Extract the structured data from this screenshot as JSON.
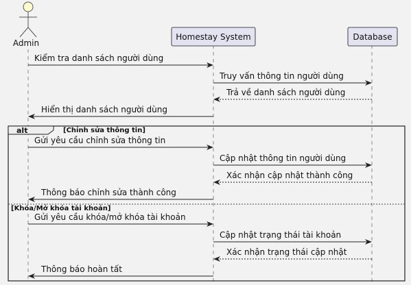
{
  "participants": {
    "admin": "Admin",
    "system": "Homestay System",
    "database": "Database"
  },
  "fragment": {
    "operator": "alt",
    "guard1": "[Chỉnh sửa thông tin]",
    "guard2": "[Khóa/Mở khóa tài khoản]"
  },
  "messages": [
    {
      "from": "admin",
      "to": "system",
      "text": "Kiểm tra danh sách người dùng",
      "style": "solid"
    },
    {
      "from": "system",
      "to": "database",
      "text": "Truy vấn thông tin người dùng",
      "style": "solid"
    },
    {
      "from": "database",
      "to": "system",
      "text": "Trả về danh sách người dùng",
      "style": "dashed"
    },
    {
      "from": "system",
      "to": "admin",
      "text": "Hiển thị danh sách người dùng",
      "style": "solid"
    },
    {
      "from": "admin",
      "to": "system",
      "text": "Gửi yêu cầu chỉnh sửa thông tin",
      "style": "solid"
    },
    {
      "from": "system",
      "to": "database",
      "text": "Cập nhật thông tin người dùng",
      "style": "solid"
    },
    {
      "from": "database",
      "to": "system",
      "text": "Xác nhận cập nhật thành công",
      "style": "dashed"
    },
    {
      "from": "system",
      "to": "admin",
      "text": "Thông báo chỉnh sửa thành công",
      "style": "solid"
    },
    {
      "from": "admin",
      "to": "system",
      "text": "Gửi yêu cầu khóa/mở khóa tài khoản",
      "style": "solid"
    },
    {
      "from": "system",
      "to": "database",
      "text": "Cập nhật trạng thái tài khoản",
      "style": "solid"
    },
    {
      "from": "database",
      "to": "system",
      "text": "Xác nhận trạng thái cập nhật",
      "style": "dashed"
    },
    {
      "from": "system",
      "to": "admin",
      "text": "Thông báo hoàn tất",
      "style": "solid"
    }
  ]
}
